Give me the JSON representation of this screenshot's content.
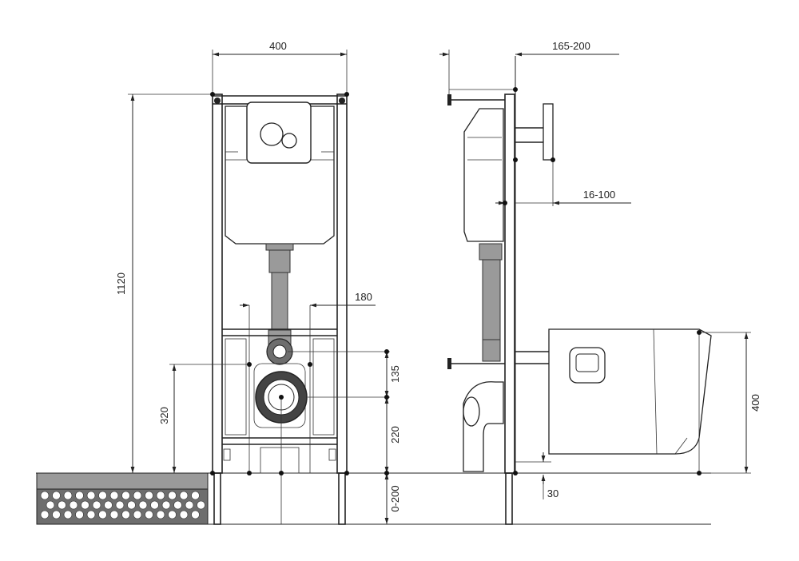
{
  "dimensions": {
    "width_front": "400",
    "height_total": "1120",
    "depth_side": "165-200",
    "wall_gap": "16-100",
    "bolt_spacing": "180",
    "bolt_height": "320",
    "drain_to_inlet": "135",
    "drain_height": "220",
    "floor_adjust": "0-200",
    "bowl_floor_gap": "30",
    "bowl_height": "400"
  },
  "colors": {
    "line": "#222222",
    "pipe": "#9a9a9a",
    "floor_block": "#6e6e6e"
  }
}
